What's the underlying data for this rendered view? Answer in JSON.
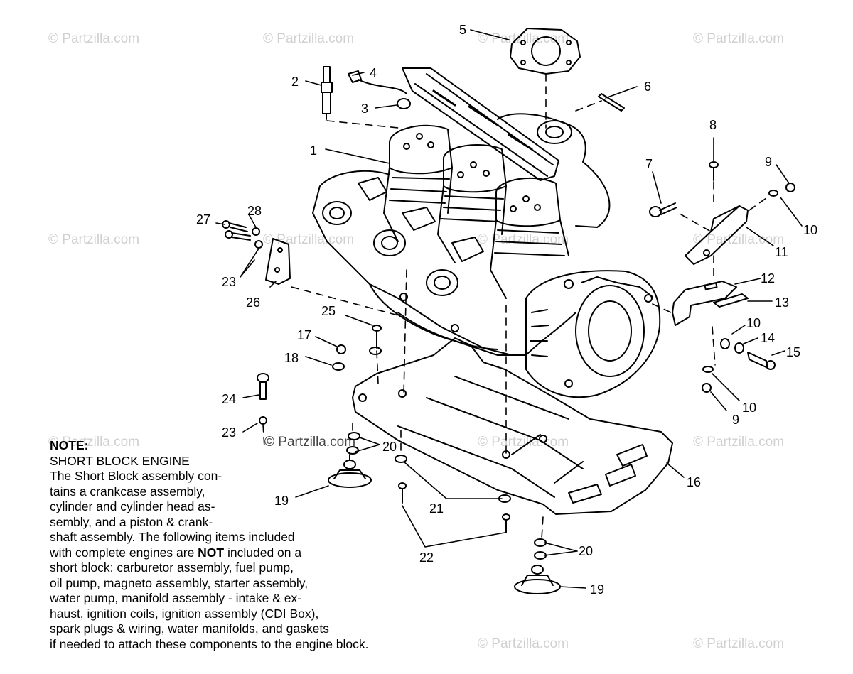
{
  "watermark": "© Partzilla.com",
  "callouts": [
    "1",
    "2",
    "3",
    "4",
    "5",
    "6",
    "7",
    "8",
    "9",
    "10",
    "11",
    "12",
    "13",
    "10",
    "14",
    "15",
    "16",
    "9",
    "10",
    "17",
    "18",
    "19",
    "20",
    "21",
    "22",
    "20",
    "19",
    "23",
    "24",
    "23",
    "25",
    "26",
    "27",
    "28"
  ],
  "note": {
    "title": "NOTE:",
    "lines": [
      "SHORT BLOCK ENGINE",
      "The Short Block assembly con-",
      "tains a crankcase assembly,",
      "cylinder and cylinder head as-",
      "sembly, and a piston & crank-",
      "shaft assembly.  The following items included"
    ],
    "line_not_pre": "with complete engines are ",
    "line_not_bold": "NOT",
    "line_not_post": " included on a",
    "lines_after": [
      "short block:  carburetor assembly, fuel pump,",
      "oil pump, magneto assembly, starter assembly,",
      "water pump, manifold assembly - intake & ex-",
      "haust, ignition coils, ignition assembly (CDI Box),",
      "spark plugs & wiring, water manifolds, and gaskets",
      "if needed to attach these components to the engine block."
    ]
  },
  "colors": {
    "ink": "#000000",
    "watermark": "#d0d0d0",
    "background": "#ffffff"
  }
}
